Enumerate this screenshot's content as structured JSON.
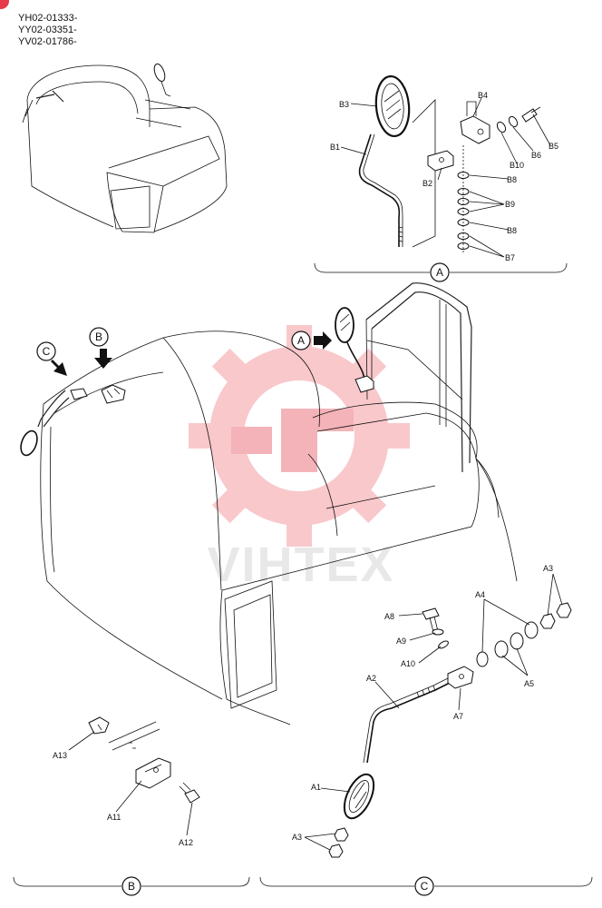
{
  "serial_numbers": [
    "YH02-01333-",
    "YY02-03351-",
    "YV02-01786-"
  ],
  "watermark": {
    "text": "VIHTEX",
    "color": "#f4a3a8"
  },
  "callouts": {
    "a": "A",
    "b": "B",
    "c": "C"
  },
  "parts": {
    "A1": "A1",
    "A2": "A2",
    "A3": "A3",
    "A4": "A4",
    "A5": "A5",
    "A7": "A7",
    "A8": "A8",
    "A9": "A9",
    "A10": "A10",
    "A11": "A11",
    "A12": "A12",
    "A13": "A13",
    "B1": "B1",
    "B2": "B2",
    "B3": "B3",
    "B4": "B4",
    "B5": "B5",
    "B6": "B6",
    "B7": "B7",
    "B8": "B8",
    "B9": "B9",
    "B10": "B10"
  }
}
